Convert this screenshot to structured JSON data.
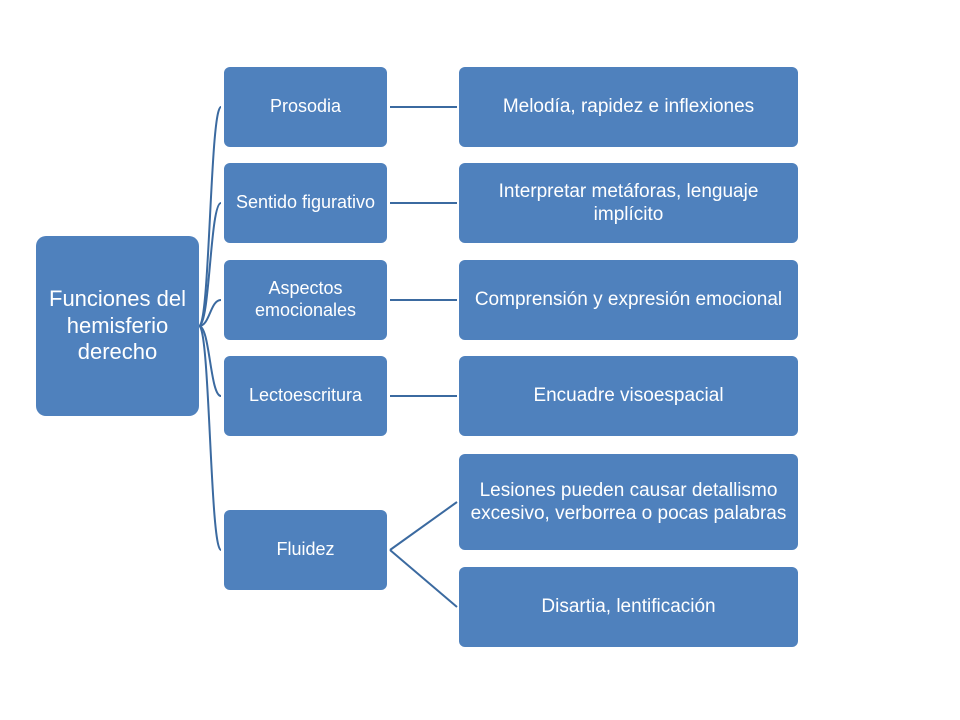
{
  "root": {
    "label": "Funciones del hemisferio derecho"
  },
  "branches": [
    {
      "label": "Prosodia",
      "children": [
        "Melodía, rapidez e inflexiones"
      ]
    },
    {
      "label": "Sentido figurativo",
      "children": [
        "Interpretar metáforas, lenguaje implícito"
      ]
    },
    {
      "label": "Aspectos emocionales",
      "children": [
        "Comprensión y expresión emocional"
      ]
    },
    {
      "label": "Lectoescritura",
      "children": [
        "Encuadre visoespacial"
      ]
    },
    {
      "label": "Fluidez",
      "children": [
        "Lesiones pueden causar detallismo excesivo, verborrea o pocas palabras",
        "Disartia, lentificación"
      ]
    }
  ],
  "colors": {
    "box_fill": "#4f81bd",
    "connector": "#3b6aa0",
    "text": "#ffffff"
  }
}
